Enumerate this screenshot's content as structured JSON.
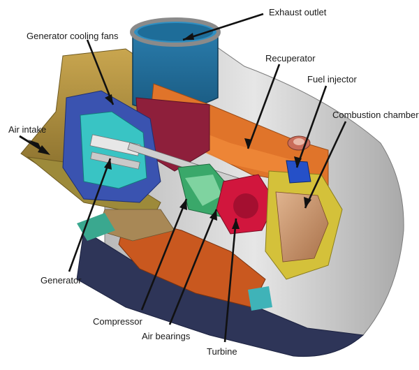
{
  "diagram": {
    "subject": "microturbine-cutaway",
    "labels": {
      "exhaust_outlet": "Exhaust outlet",
      "generator_cooling_fans": "Generator cooling fans",
      "recuperator": "Recuperator",
      "fuel_injector": "Fuel injector",
      "combustion_chamber": "Combustion chamber",
      "air_intake": "Air intake",
      "generator": "Generator",
      "compressor": "Compressor",
      "air_bearings": "Air bearings",
      "turbine": "Turbine"
    }
  }
}
